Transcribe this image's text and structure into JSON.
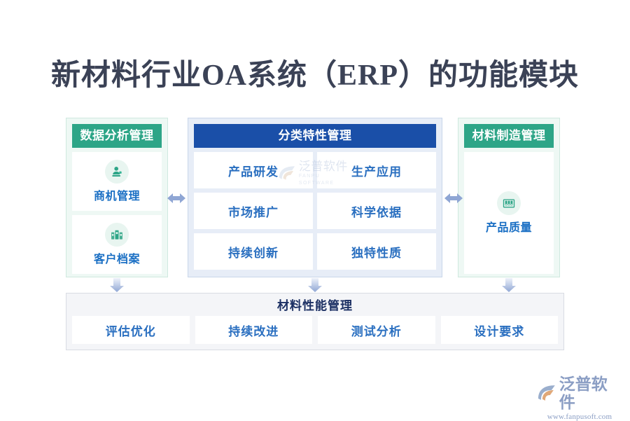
{
  "page": {
    "title": "新材料行业OA系统（ERP）的功能模块",
    "background_color": "#ffffff",
    "title_color": "#3b4256"
  },
  "colors": {
    "green_header": "#2da587",
    "blue_header": "#1a4fa8",
    "green_panel_bg": "#eef8f4",
    "blue_panel_bg": "#e7edf7",
    "bottom_panel_bg": "#f4f5f8",
    "card_text": "#1a6fc4",
    "arrow": "#8fa6d4"
  },
  "left_column": {
    "header": "数据分析管理",
    "cards": [
      {
        "label": "商机管理",
        "icon": "user-stamp-icon"
      },
      {
        "label": "客户档案",
        "icon": "archive-files-icon"
      }
    ]
  },
  "center_column": {
    "header": "分类特性管理",
    "cells": [
      {
        "label": "产品研发"
      },
      {
        "label": "生产应用"
      },
      {
        "label": "市场推广"
      },
      {
        "label": "科学依据"
      },
      {
        "label": "持续创新"
      },
      {
        "label": "独特性质"
      }
    ]
  },
  "right_column": {
    "header": "材料制造管理",
    "cards": [
      {
        "label": "产品质量",
        "icon": "storage-boxes-icon"
      }
    ]
  },
  "bottom_section": {
    "title": "材料性能管理",
    "cells": [
      {
        "label": "评估优化"
      },
      {
        "label": "持续改进"
      },
      {
        "label": "测试分析"
      },
      {
        "label": "设计要求"
      }
    ]
  },
  "connectors": {
    "horizontal": [
      {
        "name": "left-to-center",
        "icon": "double-arrow-horizontal-icon"
      },
      {
        "name": "center-to-right",
        "icon": "double-arrow-horizontal-icon"
      }
    ],
    "vertical": [
      {
        "name": "left-to-bottom",
        "icon": "arrow-down-icon"
      },
      {
        "name": "center-to-bottom",
        "icon": "arrow-down-icon"
      },
      {
        "name": "right-to-bottom",
        "icon": "arrow-down-icon"
      }
    ]
  },
  "watermark": {
    "cn": "泛普软件",
    "en": "FANPU SOFTWARE"
  },
  "logo": {
    "cn": "泛普软件",
    "url": "www.fanpusoft.com"
  }
}
